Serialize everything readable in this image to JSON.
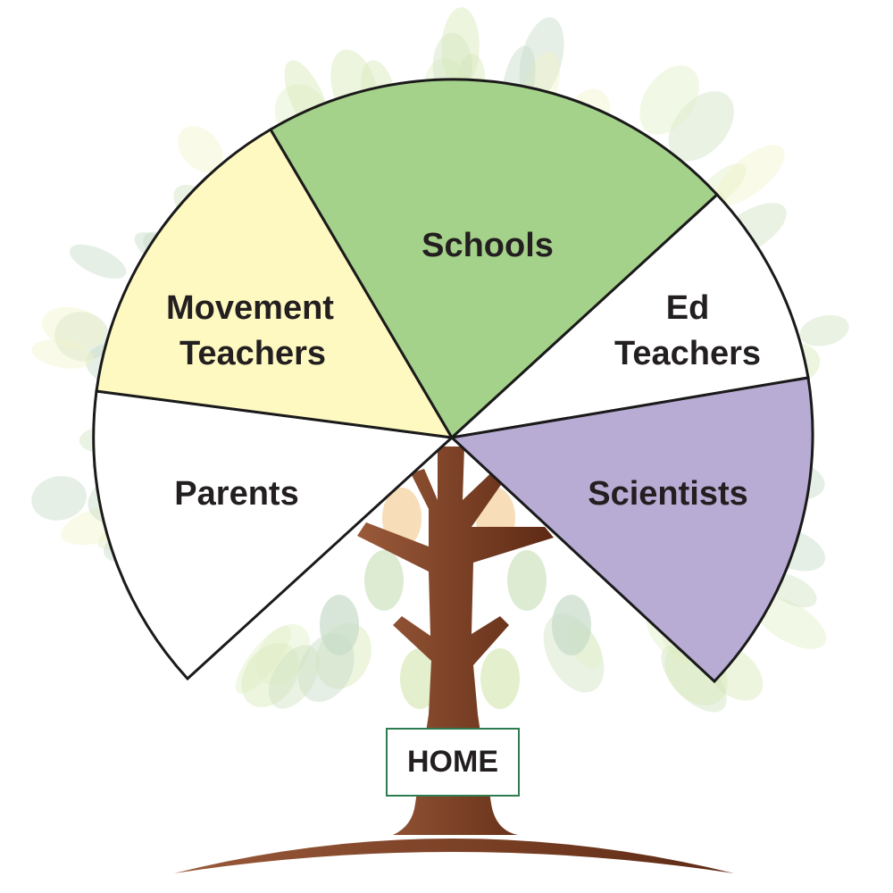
{
  "colors": {
    "schools": "#a5d28a",
    "movement_teachers": "#fef9c0",
    "ed_teachers": "#ffffff",
    "scientists": "#b8acd4",
    "parents": "#ffffff",
    "trunk": "#7a4428",
    "home_border": "#2e7d4f"
  },
  "segments": {
    "schools": {
      "label": "Schools"
    },
    "movement_teachers": {
      "line1": "Movement",
      "line2": "Teachers"
    },
    "ed_teachers": {
      "line1": "Ed",
      "line2": "Teachers"
    },
    "parents": {
      "label": "Parents"
    },
    "scientists": {
      "label": "Scientists"
    }
  },
  "home": {
    "label": "HOME"
  }
}
